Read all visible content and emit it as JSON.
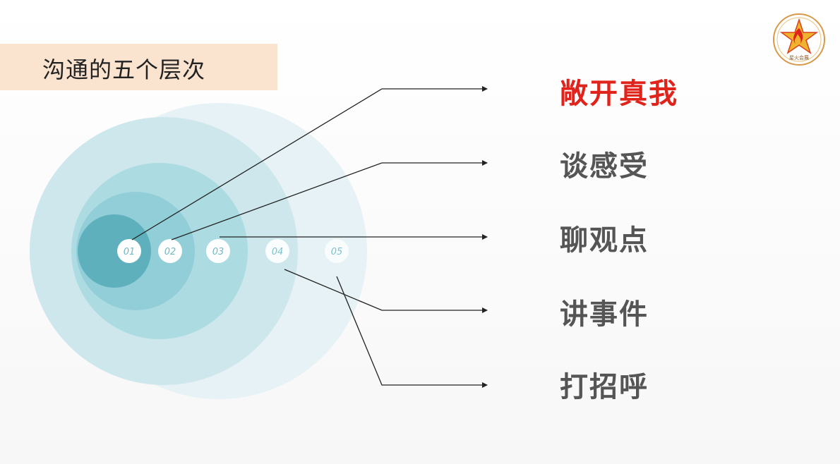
{
  "title": "沟通的五个层次",
  "levels": [
    {
      "num": "01",
      "label": "敞开真我",
      "color": "#e0241c"
    },
    {
      "num": "02",
      "label": "谈感受",
      "color": "#555555"
    },
    {
      "num": "03",
      "label": "聊观点",
      "color": "#555555"
    },
    {
      "num": "04",
      "label": "讲事件",
      "color": "#555555"
    },
    {
      "num": "05",
      "label": "打招呼",
      "color": "#555555"
    }
  ],
  "logo_text": "星火会展",
  "colors": {
    "ring5": "#e6f2f5",
    "ring4": "#cde7ec",
    "ring3": "#acdbe2",
    "ring2": "#8ccbd6",
    "ring1": "#5fb0bd",
    "band": "#fae4d0",
    "accent": "#e0241c"
  }
}
